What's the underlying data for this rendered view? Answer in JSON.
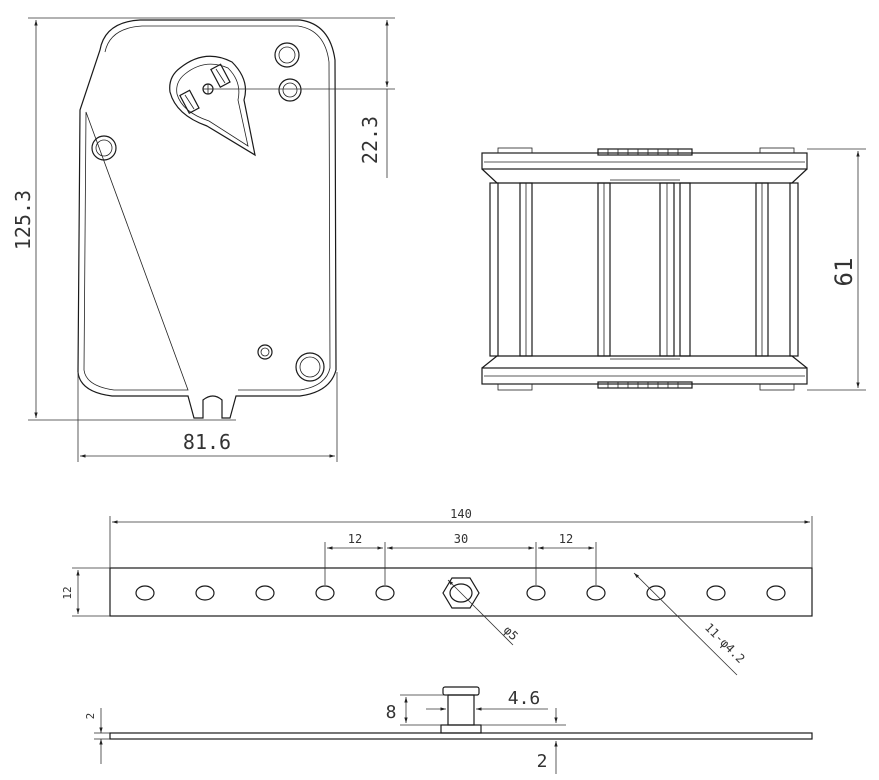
{
  "front_view": {
    "height_dim": "125.3",
    "width_dim": "81.6",
    "spindle_offset_dim": "22.3"
  },
  "side_view": {
    "height_dim": "61"
  },
  "bracket_plan": {
    "overall_length_dim": "140",
    "width_dim": "12",
    "hole_pitch_left_dim": "12",
    "center_spacing_dim": "30",
    "hole_pitch_right_dim": "12",
    "center_hole_dim": "φ5",
    "holes_dim": "11-φ4.2"
  },
  "bracket_section": {
    "thickness_dim": "2",
    "pin_height_dim": "8",
    "pin_diameter_dim": "4.6",
    "base_thickness_dim": "2"
  }
}
